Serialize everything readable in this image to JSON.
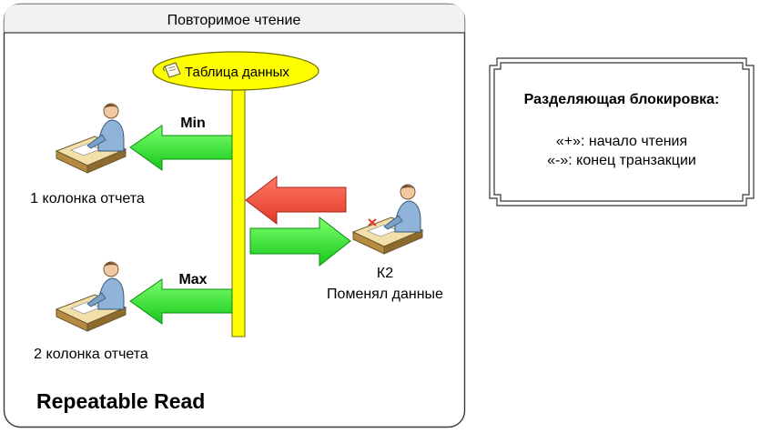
{
  "panel": {
    "title": "Повторимое чтение",
    "footer_label": "Repeatable Read"
  },
  "database": {
    "label": "Таблица данных"
  },
  "readers": [
    {
      "label": "1 колонка отчета",
      "arrow_label": "Min"
    },
    {
      "label": "2 колонка отчета",
      "arrow_label": "Max"
    }
  ],
  "writer": {
    "id_label": "К2",
    "action_label": "Поменял данные"
  },
  "legend": {
    "title": "Разделяющая блокировка:",
    "line1": "«+»: начало чтения",
    "line2": "«-»: конец транзакции"
  },
  "colors": {
    "panel_border": "#3a3a3a",
    "panel_header_bg": "#f2f2f2",
    "timeline": "#ffff00",
    "timeline_border": "#6b6b00",
    "db_ellipse": "#ffff00",
    "read_arrow": "#33ee33",
    "write_arrow": "#f04a3a"
  },
  "icons": {
    "database": "scroll-icon",
    "person": "person-at-desk-icon"
  }
}
